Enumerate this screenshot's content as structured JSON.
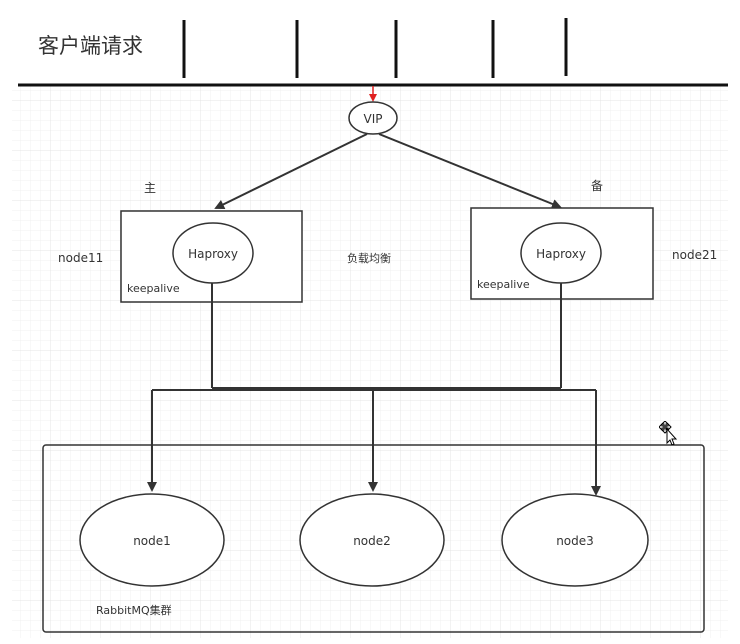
{
  "header": {
    "title": "客户端请求"
  },
  "diagram": {
    "vip_label": "VIP",
    "primary_label": "主",
    "backup_label": "备",
    "load_balance_label": "负载均衡",
    "proxies": [
      {
        "node_label": "node11",
        "service_label": "Haproxy",
        "keepalive_label": "keepalive"
      },
      {
        "node_label": "node21",
        "service_label": "Haproxy",
        "keepalive_label": "keepalive"
      }
    ],
    "cluster": {
      "label": "RabbitMQ集群",
      "nodes": [
        {
          "label": "node1"
        },
        {
          "label": "node2"
        },
        {
          "label": "node3"
        }
      ]
    }
  },
  "colors": {
    "line": "#333333",
    "arrow_red": "#e02020",
    "grid": "#ececec",
    "header_bg": "#ffffff"
  }
}
